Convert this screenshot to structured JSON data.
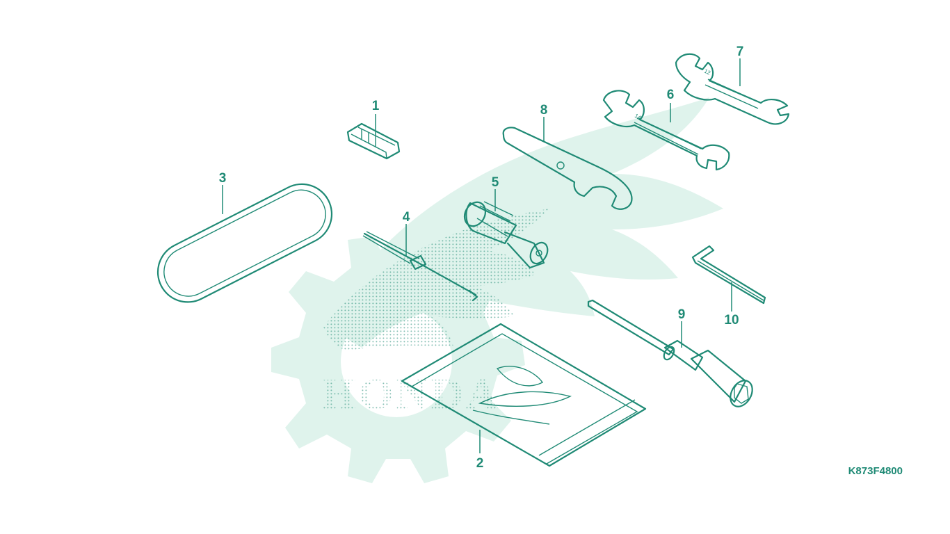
{
  "diagram_code": "K873F4800",
  "accent_color": "#1f8a75",
  "watermark_color": "#dff3ec",
  "logo_text": "HONDA",
  "callouts": [
    "1",
    "2",
    "3",
    "4",
    "5",
    "6",
    "7",
    "8",
    "9",
    "10"
  ],
  "wrench_markings": {
    "wrench_6": "14",
    "wrench_7": "12"
  }
}
